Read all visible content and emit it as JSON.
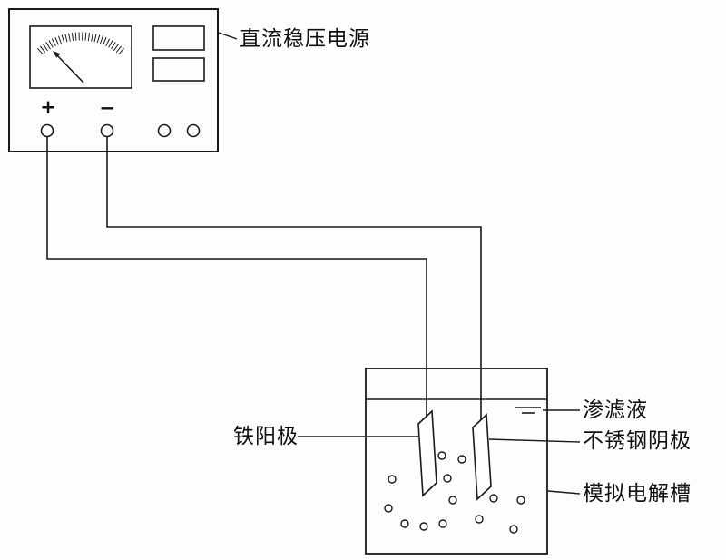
{
  "labels": {
    "power_supply": "直流稳压电源",
    "anode": "铁阳极",
    "leachate": "渗滤液",
    "cathode": "不锈钢阴极",
    "tank": "模拟电解槽",
    "positive_terminal": "+",
    "negative_terminal": "−"
  },
  "colors": {
    "line": "#1a1a1a",
    "background": "#fdfdfd"
  }
}
